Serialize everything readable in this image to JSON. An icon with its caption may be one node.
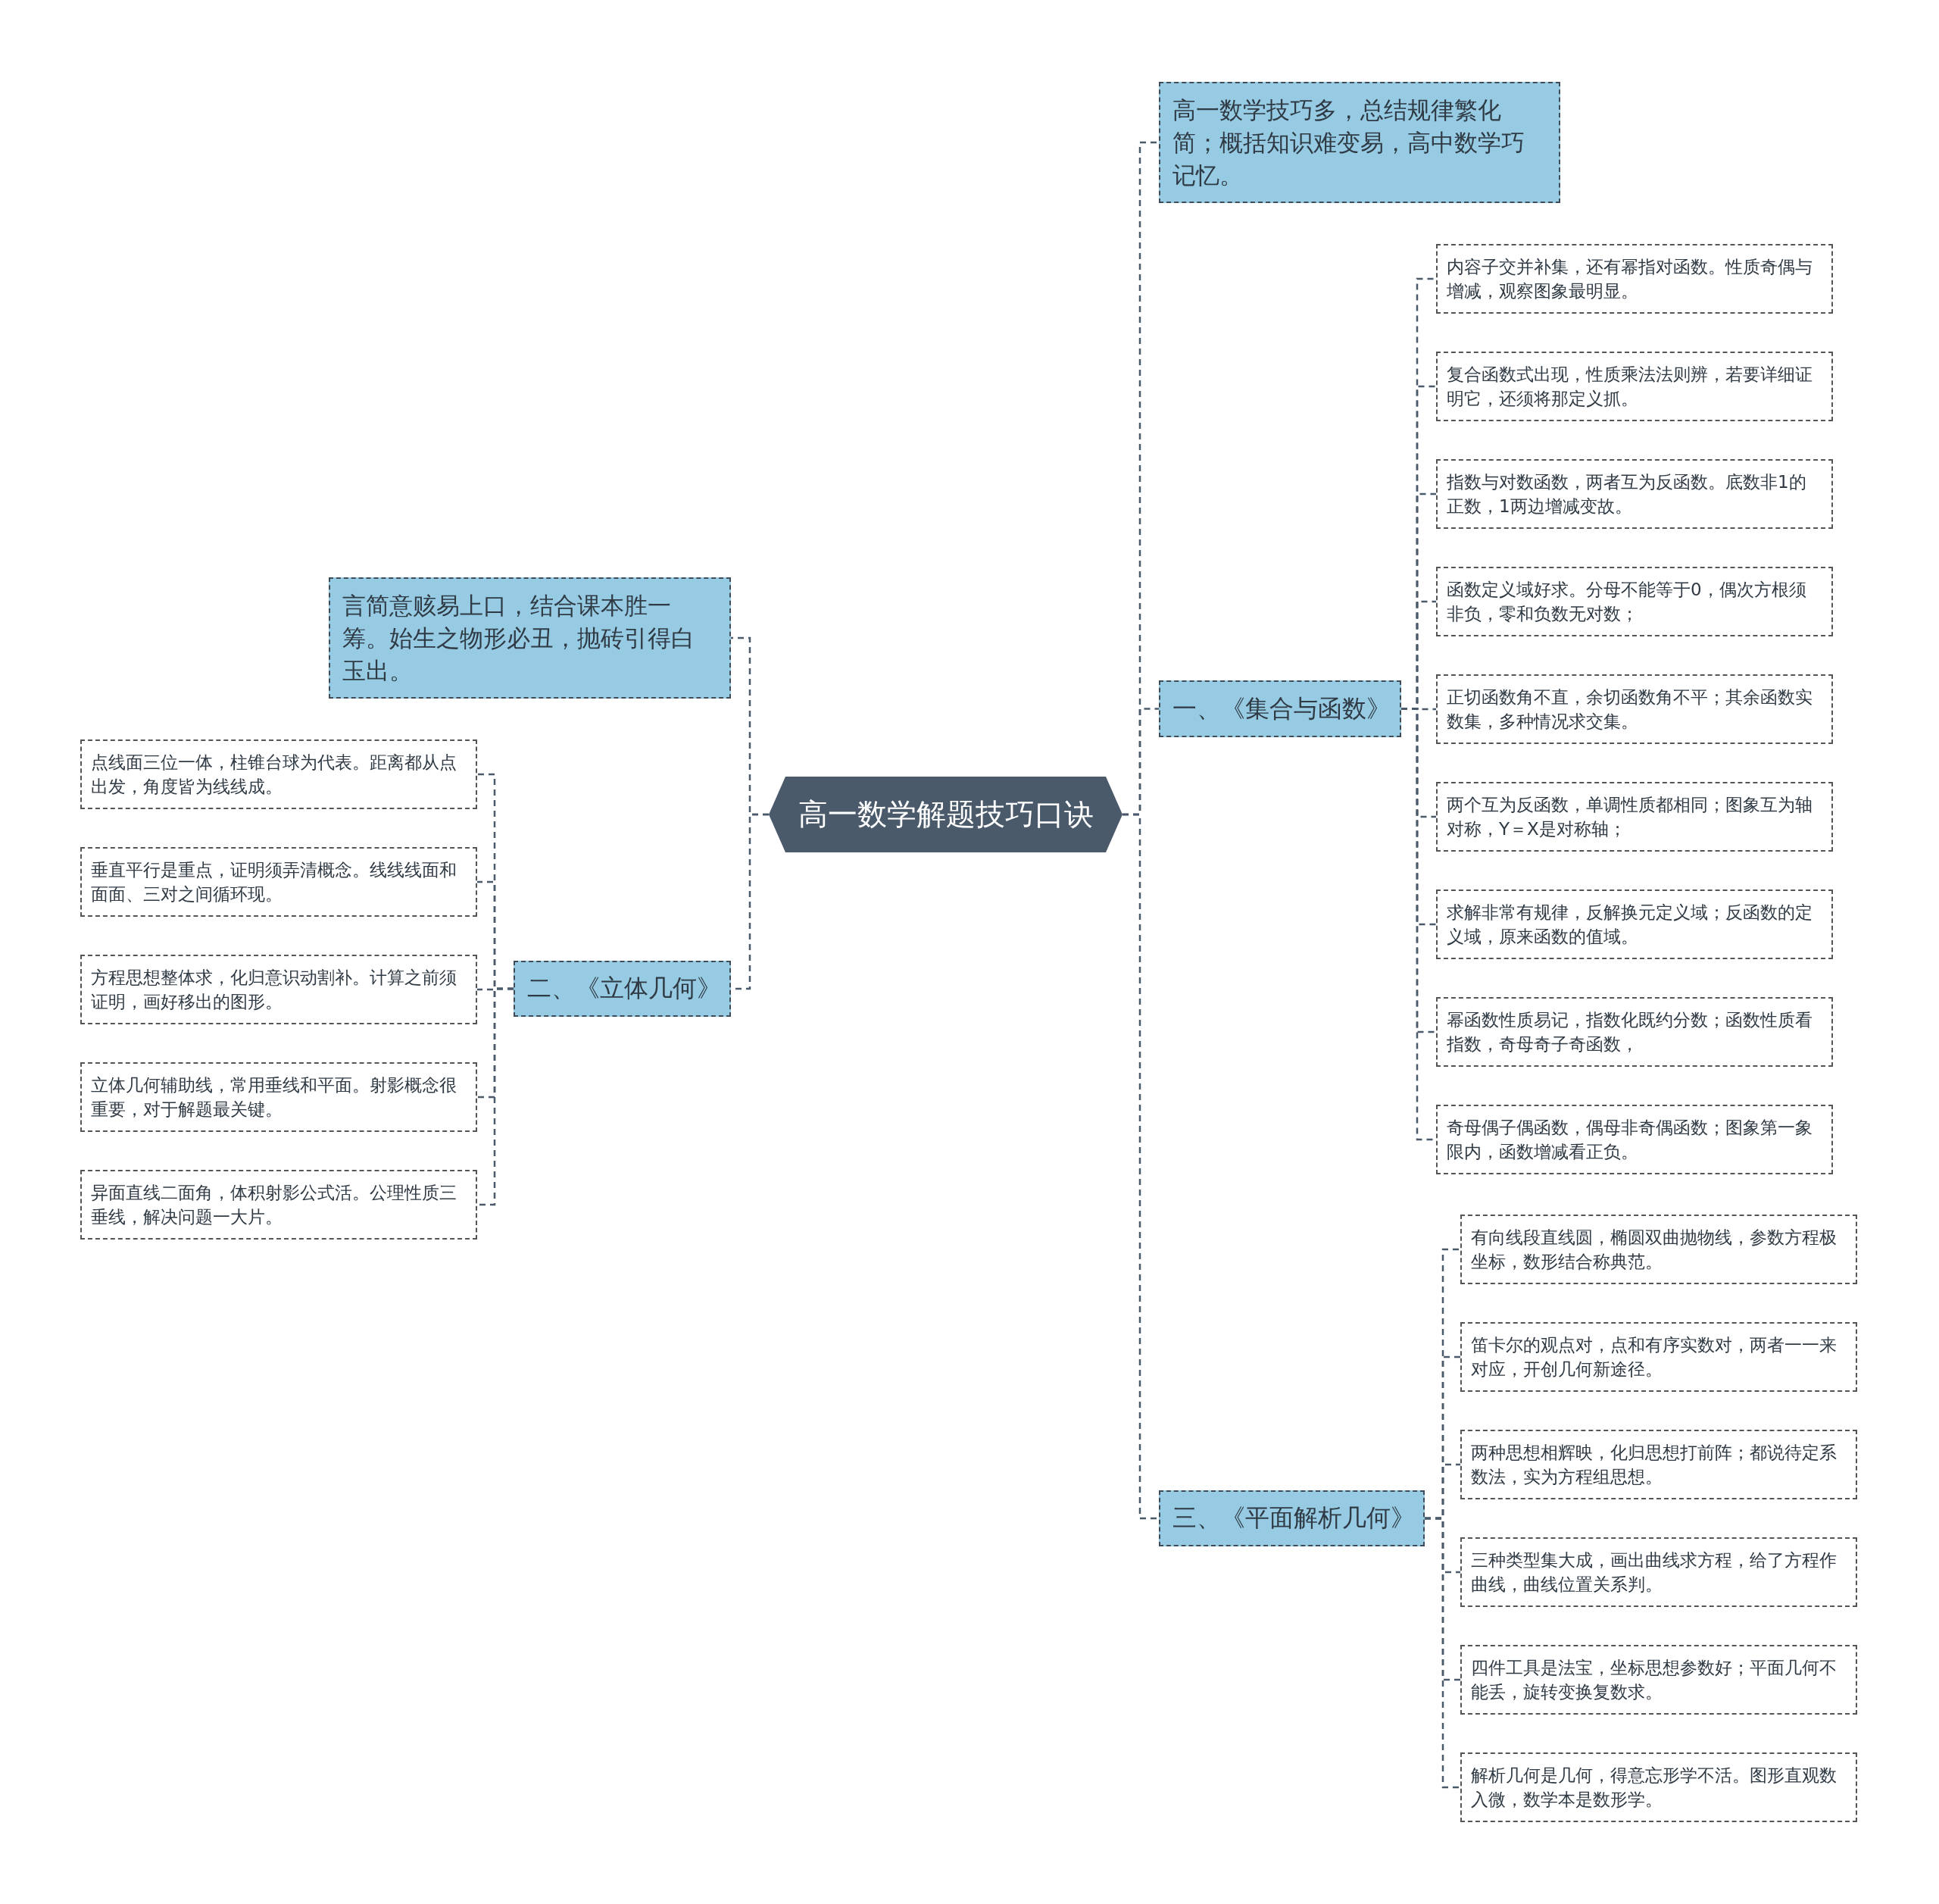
{
  "diagram": {
    "nodes": [
      {
        "text": [
          "高一数学解题技巧口诀"
        ]
      },
      {
        "text": [
          "高一数学技巧多，总结规律繁化简；概括知识难变易，高中数学巧记忆。"
        ]
      },
      {
        "text": [
          "一、《集合与函数》"
        ]
      },
      {
        "text": [
          "内容子交并补集，还有幂指对函数。性质奇偶与增减，观察图象最明显。"
        ]
      },
      {
        "text": [
          "复合函数式出现，性质乘法法则辨，若要详细证明它，还须将那定义抓。"
        ]
      },
      {
        "text": [
          "指数与对数函数，两者互为反函数。底数非1的正数，1两边增减变故。"
        ]
      },
      {
        "text": [
          "函数定义域好求。分母不能等于0，偶次方根须非负，零和负数无对数；"
        ]
      },
      {
        "text": [
          "正切函数角不直，余切函数角不平；其余函数实数集，多种情况求交集。"
        ]
      },
      {
        "text": [
          "两个互为反函数，单调性质都相同；图象互为轴对称，Y＝X是对称轴；"
        ]
      },
      {
        "text": [
          "求解非常有规律，反解换元定义域；反函数的定义域，原来函数的值域。"
        ]
      },
      {
        "text": [
          "幂函数性质易记，指数化既约分数；函数性质看指数，奇母奇子奇函数，"
        ]
      },
      {
        "text": [
          "奇母偶子偶函数，偶母非奇偶函数；图象第一象限内，函数增减看正负。"
        ]
      },
      {
        "text": [
          "三、《平面解析几何》"
        ]
      },
      {
        "text": [
          "有向线段直线圆，椭圆双曲抛物线，参数方程极坐标，数形结合称典范。"
        ]
      },
      {
        "text": [
          "笛卡尔的观点对，点和有序实数对，两者一一来对应，开创几何新途径。"
        ]
      },
      {
        "text": [
          "两种思想相辉映，化归思想打前阵；都说待定系数法，实为方程组思想。"
        ]
      },
      {
        "text": [
          "三种类型集大成，画出曲线求方程，给了方程作曲线，曲线位置关系判。"
        ]
      },
      {
        "text": [
          "四件工具是法宝，坐标思想参数好；平面几何不能丢，旋转变换复数求。"
        ]
      },
      {
        "text": [
          "解析几何是几何，得意忘形学不活。图形直观数入微，数学本是数形学。"
        ]
      },
      {
        "text": [
          "言简意赅易上口，结合课本胜一筹。始生之物形必丑，抛砖引得白玉出。"
        ]
      },
      {
        "text": [
          "二、《立体几何》"
        ]
      },
      {
        "text": [
          "点线面三位一体，柱锥台球为代表。距离都从点出发，角度皆为线线成。"
        ]
      },
      {
        "text": [
          "垂直平行是重点，证明须弄清概念。线线线面和面面、三对之间循环现。"
        ]
      },
      {
        "text": [
          "方程思想整体求，化归意识动割补。计算之前须证明，画好移出的图形。"
        ]
      },
      {
        "text": [
          "立体几何辅助线，常用垂线和平面。射影概念很重要，对于解题最关键。"
        ]
      },
      {
        "text": [
          "异面直线二面角，体积射影公式活。公理性质三垂线，解决问题一大片。"
        ]
      }
    ],
    "edges": [
      {
        "from": 0,
        "to": 1,
        "arrow": "none"
      },
      {
        "from": 0,
        "to": 2,
        "arrow": "none"
      },
      {
        "from": 2,
        "to": 3,
        "arrow": "none"
      },
      {
        "from": 2,
        "to": 4,
        "arrow": "none"
      },
      {
        "from": 2,
        "to": 5,
        "arrow": "none"
      },
      {
        "from": 2,
        "to": 6,
        "arrow": "none"
      },
      {
        "from": 2,
        "to": 7,
        "arrow": "none"
      },
      {
        "from": 2,
        "to": 8,
        "arrow": "none"
      },
      {
        "from": 2,
        "to": 9,
        "arrow": "none"
      },
      {
        "from": 2,
        "to": 10,
        "arrow": "none"
      },
      {
        "from": 2,
        "to": 11,
        "arrow": "none"
      },
      {
        "from": 0,
        "to": 12,
        "arrow": "none"
      },
      {
        "from": 12,
        "to": 13,
        "arrow": "none"
      },
      {
        "from": 12,
        "to": 14,
        "arrow": "none"
      },
      {
        "from": 12,
        "to": 15,
        "arrow": "none"
      },
      {
        "from": 12,
        "to": 16,
        "arrow": "none"
      },
      {
        "from": 12,
        "to": 17,
        "arrow": "none"
      },
      {
        "from": 12,
        "to": 18,
        "arrow": "none"
      },
      {
        "from": 0,
        "to": 19,
        "arrow": "none"
      },
      {
        "from": 0,
        "to": 20,
        "arrow": "none"
      },
      {
        "from": 20,
        "to": 21,
        "arrow": "none"
      },
      {
        "from": 20,
        "to": 22,
        "arrow": "none"
      },
      {
        "from": 20,
        "to": 23,
        "arrow": "none"
      },
      {
        "from": 20,
        "to": 24,
        "arrow": "none"
      },
      {
        "from": 20,
        "to": 25,
        "arrow": "none"
      }
    ]
  }
}
